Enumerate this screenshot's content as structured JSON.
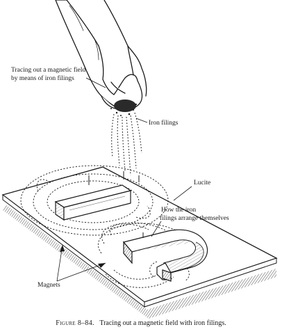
{
  "labels": {
    "tracing_line1": "Tracing out a magnetic field",
    "tracing_line2": "by means of iron filings",
    "iron_filings": "Iron filings",
    "lucite": "Lucite",
    "arrange_line1": "How the iron",
    "arrange_line2": "filings arrange themselves",
    "magnets": "Magnets"
  },
  "caption": {
    "figure_number": "Figure 8–84.",
    "text": "Tracing out a magnetic field with iron filings."
  },
  "colors": {
    "ink": "#1a1a1a",
    "paper": "#ffffff",
    "shade": "#9a9a9a"
  },
  "icons": [
    "hand-icon",
    "bar-magnet-icon",
    "horseshoe-magnet-icon",
    "iron-filings-stream-icon"
  ]
}
